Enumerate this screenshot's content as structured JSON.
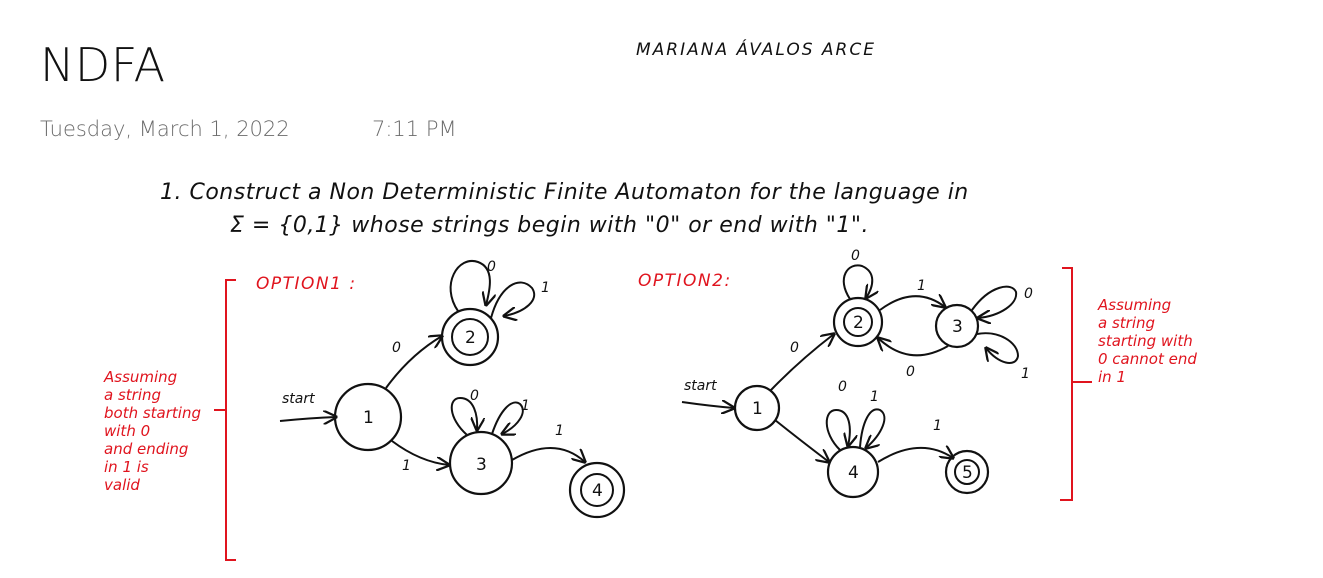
{
  "page": {
    "title": "NDFA",
    "date": "Tuesday, March 1, 2022",
    "time": "7:11 PM"
  },
  "author": "MARIANA  ÁVALOS  ARCE",
  "question": {
    "line1": "1. Construct  a  Non Deterministic  Finite  Automaton  for  the  language  in",
    "line2": "Σ = {0,1}  whose  strings  begin with  \"0\"  or  end  with  \"1\"."
  },
  "option1": {
    "label": "OPTION1 :",
    "note": "Assuming\na string\nboth starting\nwith 0\nand ending\nin 1 is\nvalid",
    "start_label": "start",
    "states": [
      "1",
      "2",
      "3",
      "4"
    ],
    "accepting": [
      "2",
      "4"
    ],
    "edge_labels": {
      "s1_s2": "0",
      "s1_s3": "1",
      "s2_loop0": "0",
      "s2_loop1": "1",
      "s3_loop0": "0",
      "s3_loop1": "1",
      "s3_s4": "1"
    }
  },
  "option2": {
    "label": "OPTION2:",
    "note": "Assuming\na string\nstarting with\n0 cannot end\nin 1",
    "start_label": "start",
    "states": [
      "1",
      "2",
      "3",
      "4",
      "5"
    ],
    "accepting": [
      "2",
      "5"
    ],
    "edge_labels": {
      "s1_s2": "0",
      "s2_loop0": "0",
      "s2_s3": "1",
      "s3_loop0": "0",
      "s3_loop1": "1",
      "s3_s2": "0",
      "s4_loop0": "0",
      "s4_loop1": "1",
      "s4_s5": "1"
    }
  },
  "colors": {
    "ink": "#111111",
    "annotation": "#e0141e",
    "meta": "#6b6b6b"
  }
}
